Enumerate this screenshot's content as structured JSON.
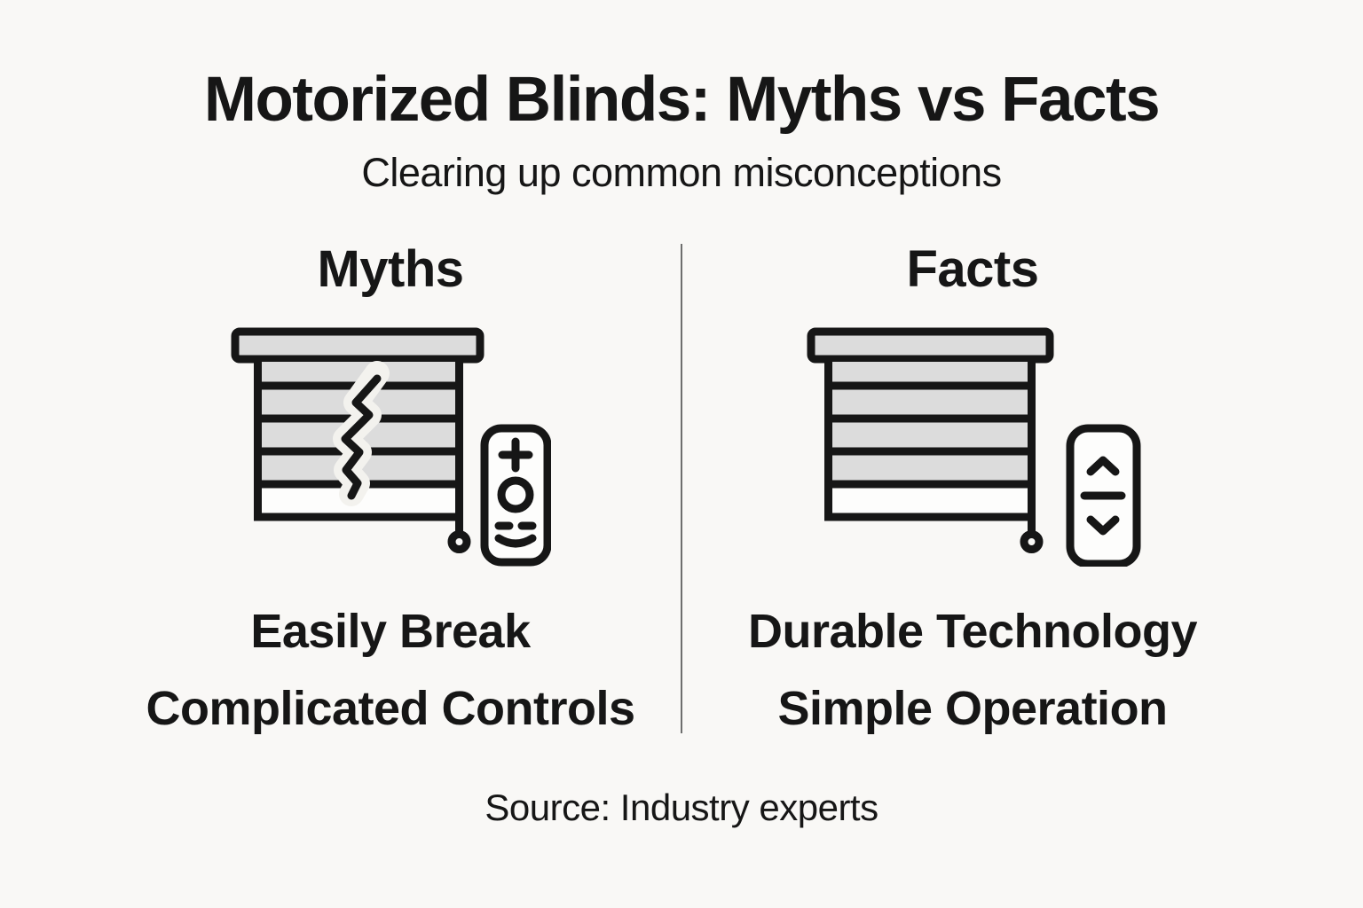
{
  "page": {
    "title": "Motorized Blinds: Myths vs Facts",
    "subtitle": "Clearing up common misconceptions",
    "source": "Source: Industry experts",
    "background_color": "#f9f8f6",
    "text_color": "#161616",
    "divider_color": "#6e6e6e"
  },
  "icon_style": {
    "stroke_color": "#161616",
    "slat_fill_color": "#dcdcdc",
    "remote_fill_color": "#fdfdfc"
  },
  "columns": {
    "myths": {
      "heading": "Myths",
      "icon": "broken-blinds-with-complicated-remote-icon",
      "claims": [
        "Easily Break",
        "Complicated Controls"
      ]
    },
    "facts": {
      "heading": "Facts",
      "icon": "intact-blinds-with-simple-remote-icon",
      "claims": [
        "Durable Technology",
        "Simple Operation"
      ]
    }
  }
}
